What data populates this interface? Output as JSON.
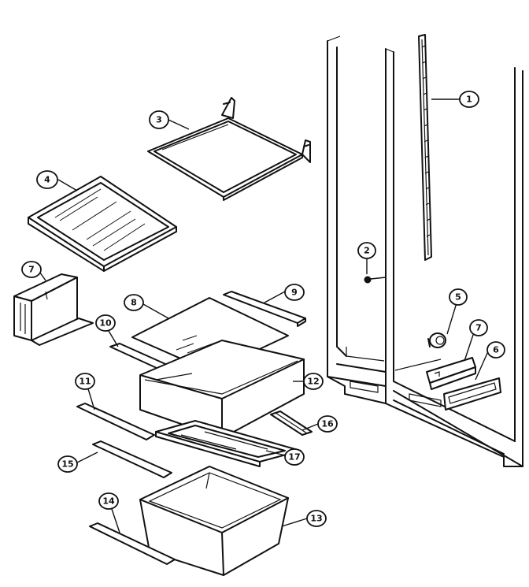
{
  "callouts": [
    {
      "id": "c1",
      "label": "1"
    },
    {
      "id": "c2",
      "label": "2"
    },
    {
      "id": "c3",
      "label": "3"
    },
    {
      "id": "c4",
      "label": "4"
    },
    {
      "id": "c5",
      "label": "5"
    },
    {
      "id": "c6",
      "label": "6"
    },
    {
      "id": "c7a",
      "label": "7"
    },
    {
      "id": "c7b",
      "label": "7"
    },
    {
      "id": "c8",
      "label": "8"
    },
    {
      "id": "c9",
      "label": "9"
    },
    {
      "id": "c10",
      "label": "10"
    },
    {
      "id": "c11",
      "label": "11"
    },
    {
      "id": "c12",
      "label": "12"
    },
    {
      "id": "c13",
      "label": "13"
    },
    {
      "id": "c14",
      "label": "14"
    },
    {
      "id": "c15",
      "label": "15"
    },
    {
      "id": "c16",
      "label": "16"
    },
    {
      "id": "c17",
      "label": "17"
    }
  ]
}
